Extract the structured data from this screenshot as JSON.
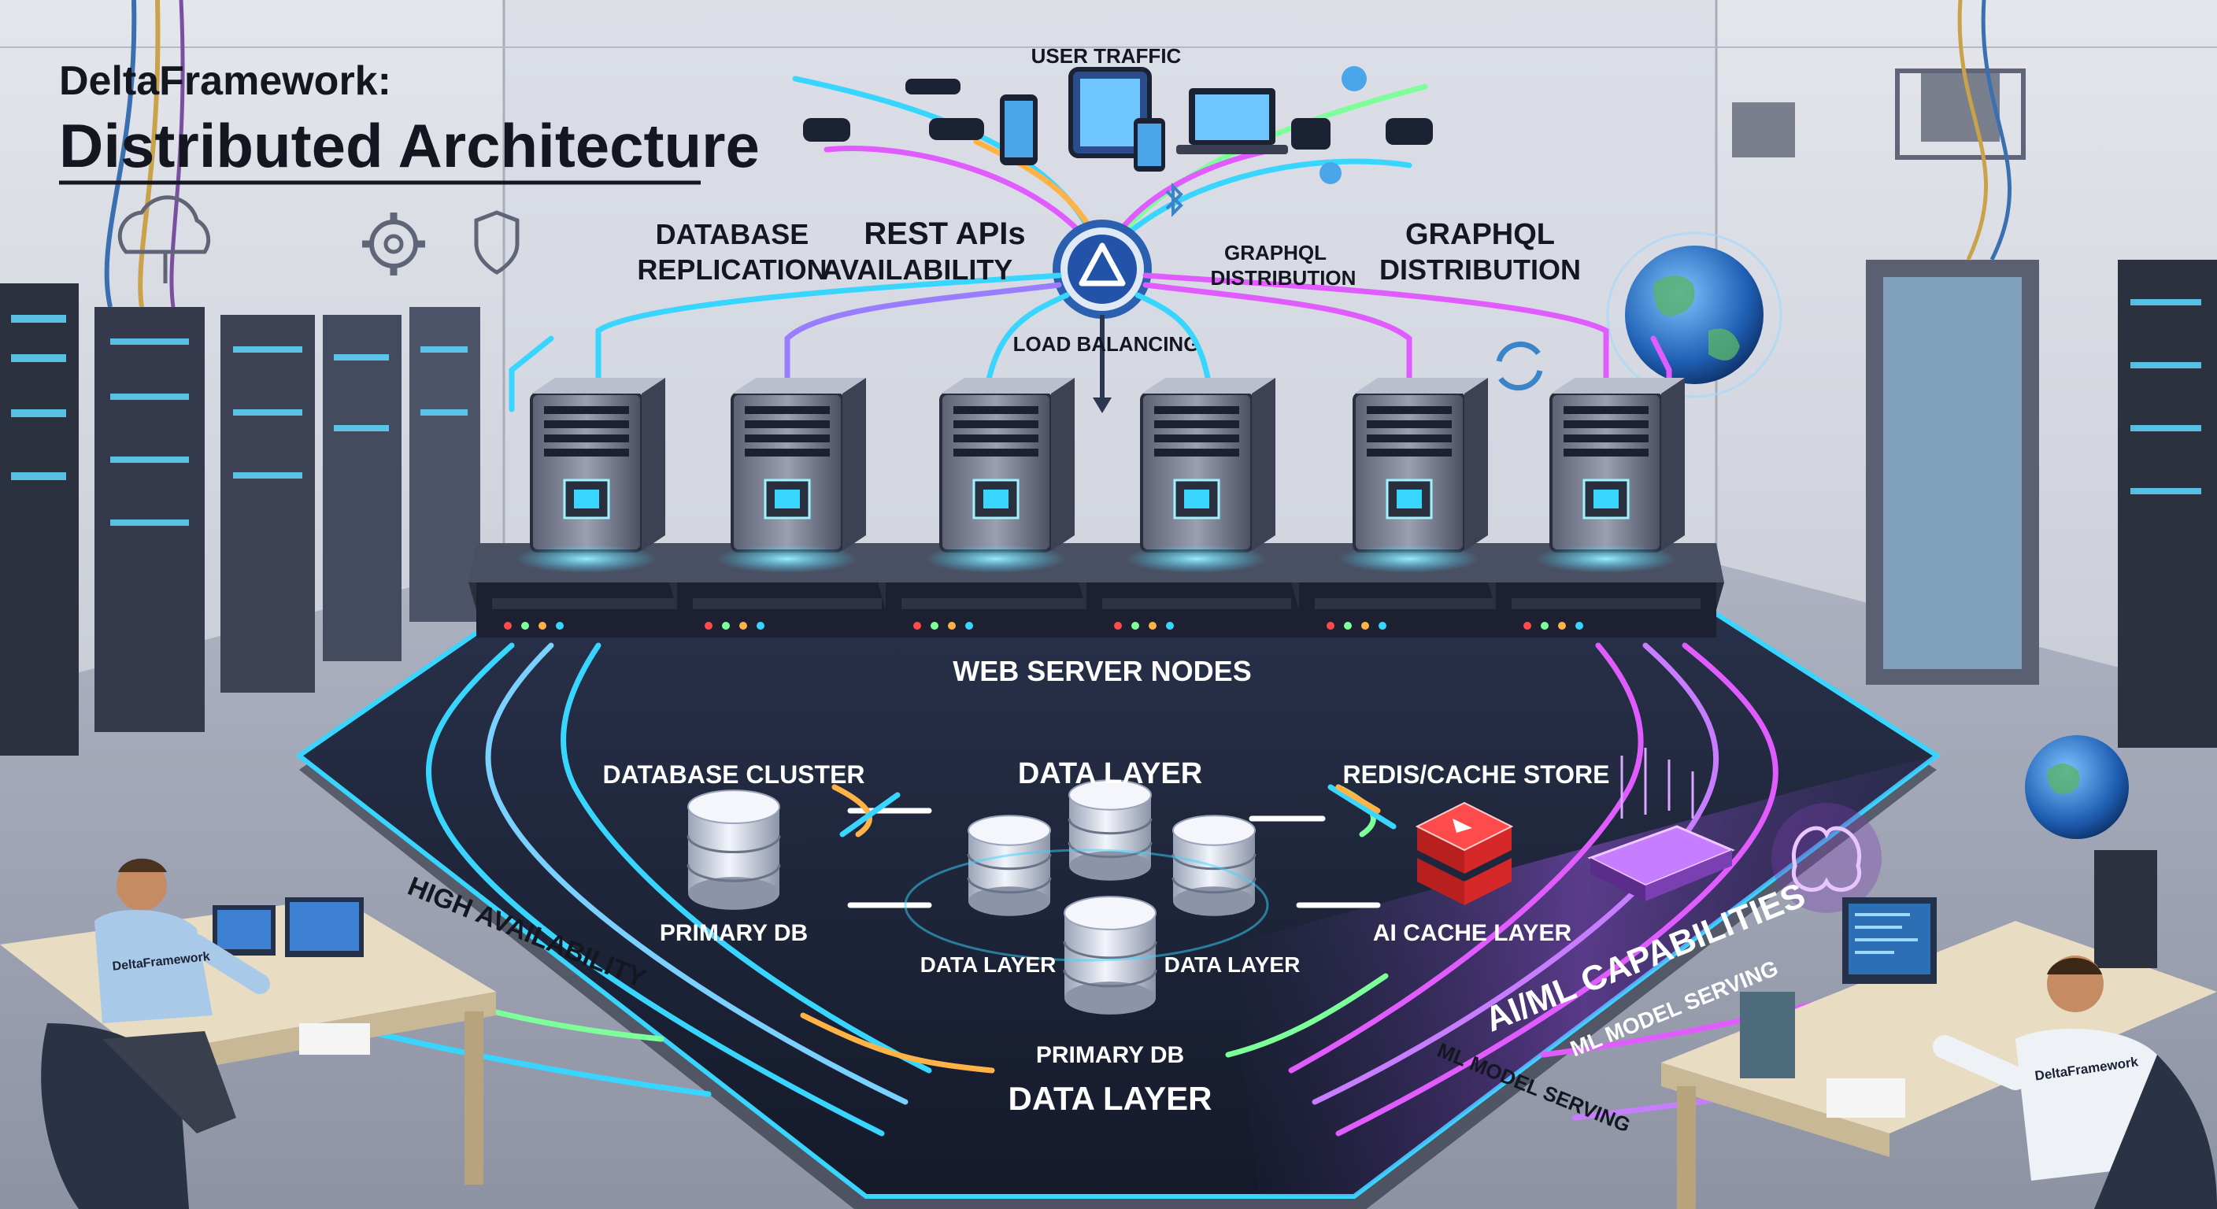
{
  "header": {
    "line1": "DeltaFramework:",
    "line2": "Distributed Architecture"
  },
  "top": {
    "user_traffic": "USER TRAFFIC",
    "load_balancing": "LOAD BALANCING"
  },
  "labels": {
    "db_replication_1": "DATABASE",
    "db_replication_2": "REPLICATION",
    "rest_1": "REST APIs",
    "rest_2": "AVAILABILITY",
    "graphql_small_1": "GRAPHQL",
    "graphql_small_2": "DISTRIBUTION",
    "graphql_big_1": "GRAPHQL",
    "graphql_big_2": "DISTRIBUTION",
    "web_server_nodes": "WEB SERVER NODES",
    "database_cluster": "DATABASE CLUSTER",
    "data_layer_top": "DATA LAYER",
    "redis_cache": "REDIS/CACHE STORE",
    "primary_db_left": "PRIMARY DB",
    "data_layer_left": "DATA LAYER",
    "data_layer_right": "DATA LAYER",
    "ai_cache": "AI CACHE LAYER",
    "primary_db_bottom": "PRIMARY DB",
    "data_layer_bottom": "DATA LAYER",
    "high_availability": "HIGH AVAILABILITY",
    "ai_ml": "AI/ML CAPABILITIES",
    "ml_serving_1": "ML MODEL SERVING",
    "ml_serving_2": "ML MODEL SERVING"
  },
  "people": {
    "left_shirt": "DeltaFramework",
    "right_shirt": "DeltaFramework"
  },
  "colors": {
    "cyan": "#38d6ff",
    "magenta": "#e05cff",
    "orange": "#ffb347",
    "green": "#7dff9a",
    "platform": "#1b2133",
    "redis": "#d62828"
  },
  "icons": [
    "cloud-icon",
    "gear-icon",
    "shield-icon",
    "globe-icon",
    "delta-logo-icon",
    "bluetooth-icon",
    "sync-icon",
    "brain-icon"
  ]
}
